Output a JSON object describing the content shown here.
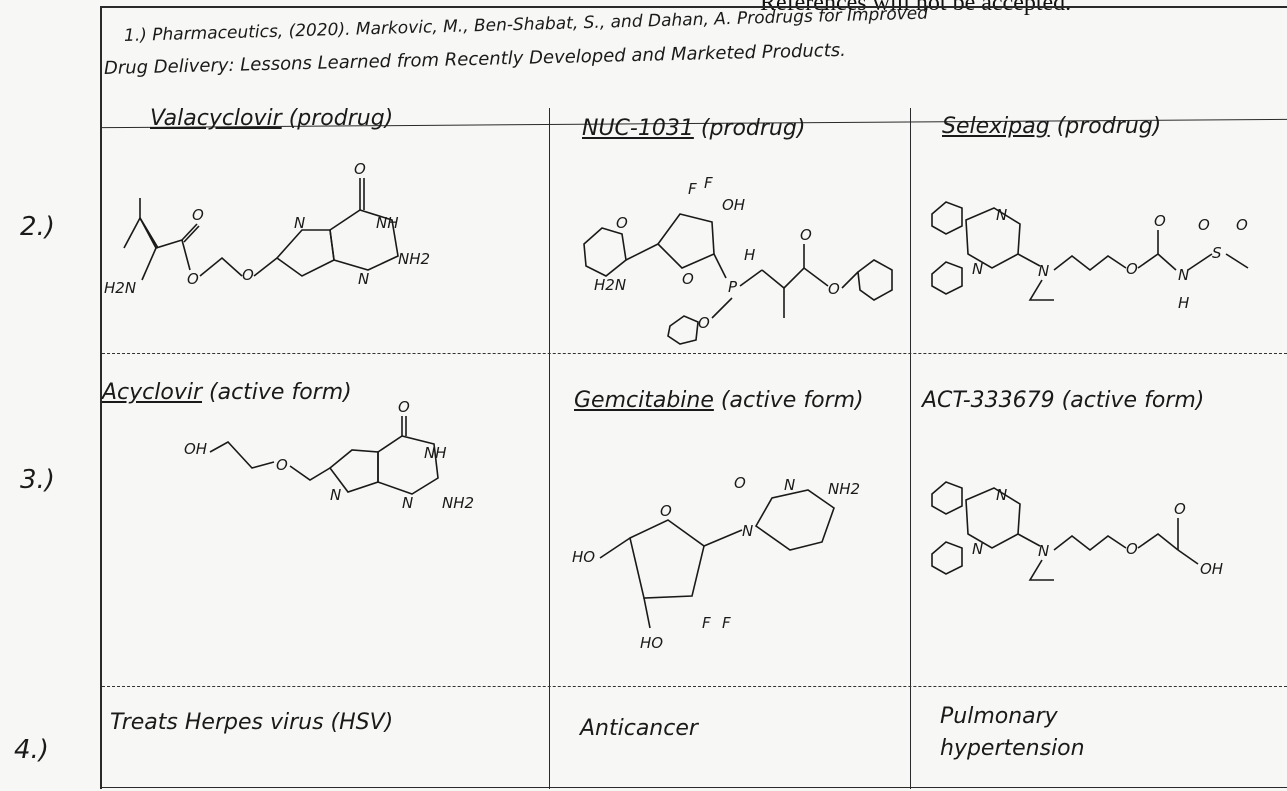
{
  "top_note": "References will not be accepted.",
  "reference": {
    "line1": "1.) Pharmaceutics, (2020). Markovic, M., Ben-Shabat, S., and Dahan, A. Prodrugs for Improved",
    "line2": "Drug Delivery: Lessons Learned from Recently Developed and Marketed Products."
  },
  "row_labels": [
    "2.)",
    "3.)",
    "4.)"
  ],
  "prodrugs": [
    {
      "name": "Valacyclovir",
      "tag": "(prodrug)"
    },
    {
      "name": "NUC-1031",
      "tag": "(prodrug)"
    },
    {
      "name": "Selexipag",
      "tag": "(prodrug)"
    }
  ],
  "actives": [
    {
      "name": "Acyclovir",
      "tag": "(active form)"
    },
    {
      "name": "Gemcitabine",
      "tag": "(active form)"
    },
    {
      "name": "ACT-333679",
      "tag": "(active form)"
    }
  ],
  "uses": [
    "Treats Herpes virus (HSV)",
    "Anticancer",
    "Pulmonary",
    "hypertension"
  ],
  "atoms": {
    "o": "O",
    "nh": "NH",
    "n": "N",
    "nh2": "NH2",
    "h2n": "H2N",
    "oh": "OH",
    "f": "F",
    "p": "P",
    "h": "H",
    "s": "S",
    "ho": "HO"
  }
}
